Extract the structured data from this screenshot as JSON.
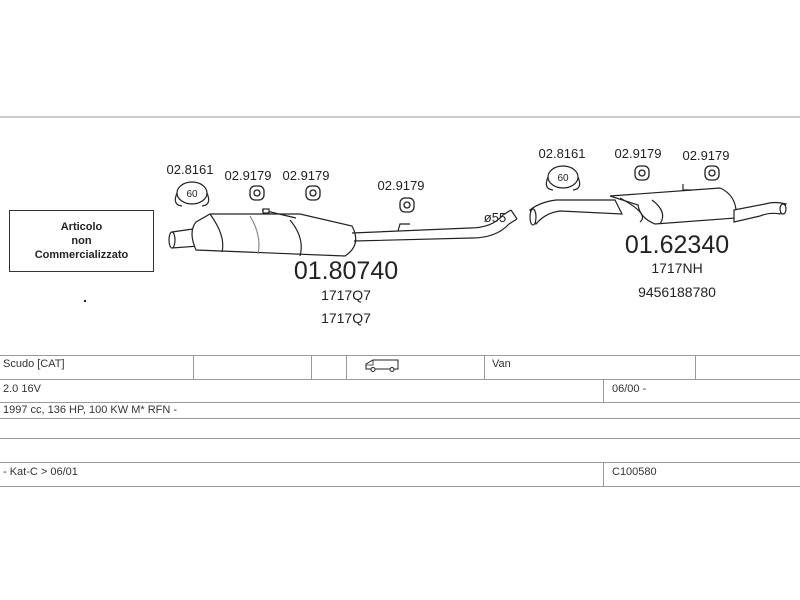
{
  "notice": {
    "line1": "Articolo",
    "line2": "non",
    "line3": "Commercializzato"
  },
  "parts": {
    "clamp_left": "02.8161",
    "clamp_left_size": "60",
    "hanger_a": "02.9179",
    "hanger_b": "02.9179",
    "hanger_c": "02.9179",
    "front_muffler_code": "01.80740",
    "front_muffler_ref1": "1717Q7",
    "front_muffler_ref2": "1717Q7",
    "diameter": "ø55",
    "clamp_right": "02.8161",
    "clamp_right_size": "60",
    "hanger_d": "02.9179",
    "hanger_e": "02.9179",
    "rear_muffler_code": "01.62340",
    "rear_muffler_ref1": "1717NH",
    "rear_muffler_ref2": "9456188780"
  },
  "vehicle": {
    "model": "Scudo  [CAT]",
    "body_type": "Van",
    "body_icon": "van-icon",
    "engine": "2.0 16V",
    "date_range": "06/00 -",
    "specs": "1997 cc, 136 HP, 100 KW M* RFN -",
    "notes": "- Kat-C > 06/01",
    "ref_code": "C100580"
  },
  "colors": {
    "line": "#222222",
    "grid": "#9a9a9a"
  }
}
